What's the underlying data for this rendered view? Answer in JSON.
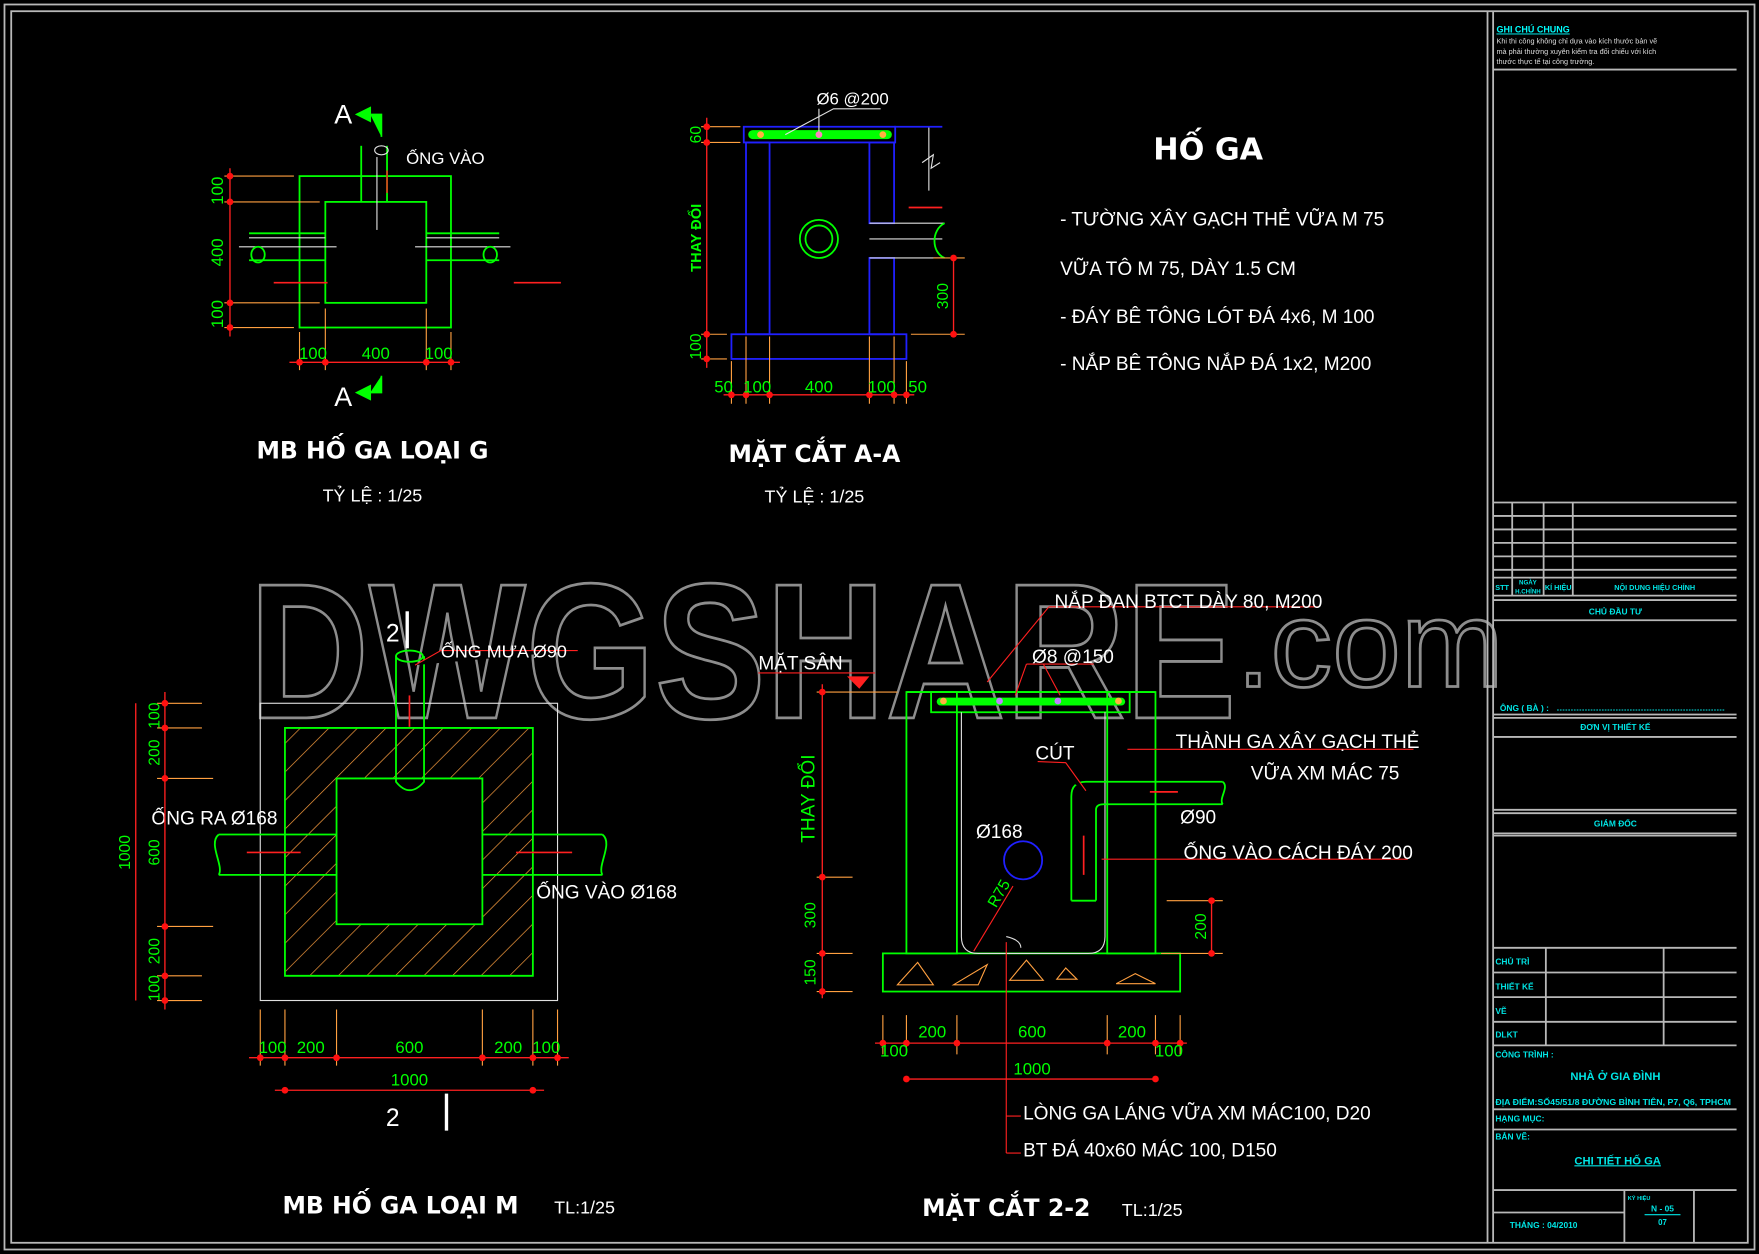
{
  "watermark": {
    "main": "DWGSHARE",
    "suffix": ".com"
  },
  "plan_g": {
    "title": "MB HỐ GA LOẠI G",
    "scale": "TỶ LỆ : 1/25",
    "section_mark": "A",
    "pipe_label": "ỐNG VÀO",
    "dims_v": [
      "100",
      "400",
      "100"
    ],
    "dims_h": [
      "100",
      "400",
      "100"
    ]
  },
  "section_aa": {
    "title": "MẶT CẮT A-A",
    "scale": "TỶ LỆ : 1/25",
    "rebar": "Ø6 @200",
    "height_label": "THAY ĐỔI",
    "dim_lid": "60",
    "dim_base": "100",
    "dim_pipe": "300",
    "dims_h": [
      "50",
      "100",
      "400",
      "100",
      "50"
    ]
  },
  "notes": {
    "heading": "HỐ GA",
    "lines": [
      "- TƯỜNG XÂY GẠCH THẺ VỮA M 75",
      "VỮA TÔ M 75, DÀY 1.5 CM",
      "- ĐÁY BÊ TÔNG LÓT ĐÁ 4x6, M 100",
      "- NẮP BÊ TÔNG NẮP ĐÁ 1x2, M200"
    ]
  },
  "plan_m": {
    "title": "MB HỐ GA LOẠI M",
    "scale": "TL:1/25",
    "section_mark": "2",
    "rain_pipe": "ỐNG MƯA Ø90",
    "outlet_pipe": "ỐNG RA Ø168",
    "inlet_pipe": "ỐNG VÀO Ø168",
    "dims_v": [
      "100",
      "200",
      "600",
      "200",
      "100"
    ],
    "dim_v_total": "1000",
    "dims_h": [
      "100",
      "200",
      "600",
      "200",
      "100"
    ],
    "dim_h_total": "1000"
  },
  "section_22": {
    "title": "MẶT CẮT 2-2",
    "scale": "TL:1/25",
    "lid_note": "NẮP ĐAN BTCT DÀY 80, M200",
    "rebar": "Ø8 @150",
    "floor_level": "MẶT SÂN",
    "wall_note_1": "THÀNH GA XÂY GẠCH THẺ",
    "wall_note_2": "VỮA XM MÁC 75",
    "elbow": "CÚT",
    "pipe_90": "Ø90",
    "pipe_168": "Ø168",
    "inlet_note": "ỐNG VÀO CÁCH ĐÁY 200",
    "radius": "R75",
    "height_label": "THAY ĐỔI",
    "dim_300": "300",
    "dim_150": "150",
    "dim_200": "200",
    "dims_h": [
      "100",
      "200",
      "600",
      "200",
      "100"
    ],
    "dim_h_total": "1000",
    "floor_note": "LÒNG GA LÁNG VỮA XM MÁC100, D20",
    "base_note": "BT ĐÁ 40x60 MÁC 100, D150"
  },
  "title_block": {
    "general_notes_heading": "GHI CHÚ CHUNG",
    "general_notes": [
      "Khi thi công không chỉ dựa vào kích thước bản vẽ",
      "mà phải thường xuyên kiểm tra đối chiếu với kích",
      "thước thực tế tại công trường."
    ],
    "rev_headers": [
      "STT",
      "NGÀY",
      "H.CHỈNH",
      "KÍ HIỆU",
      "NỘI DUNG HIỆU CHỈNH"
    ],
    "investor": "CHỦ ĐẦU TƯ",
    "owner": "ÔNG ( BÀ ) :",
    "designer": "ĐƠN VỊ THIẾT KẾ",
    "director": "GIÁM ĐỐC",
    "roles": [
      "CHỦ TRÌ",
      "THIẾT KẾ",
      "VẼ",
      "DLKT"
    ],
    "project_label": "CÔNG TRÌNH :",
    "project": "NHÀ Ở GIA ĐÌNH",
    "address": "ĐỊA ĐIỂM:SỐ45/51/8 ĐƯỜNG BÌNH TIÊN, P7, Q6, TPHCM",
    "category_label": "HẠNG MỤC:",
    "drawing_label": "BẢN VẼ:",
    "drawing": "CHI TIẾT HỐ GA",
    "date": "THÁNG : 04/2010",
    "code_label": "KÝ HIỆU",
    "code": "N - 05",
    "sheet": "07"
  },
  "colors": {
    "background": "#000000",
    "green": "#00ff00",
    "red": "#ff2020",
    "cyan": "#00ffff",
    "blue": "#2020ff",
    "orange": "#ffa040"
  }
}
